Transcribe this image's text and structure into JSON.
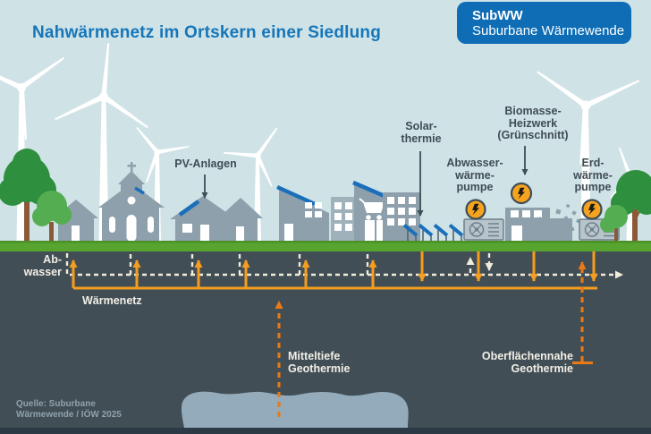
{
  "header": {
    "title": "Nahwärmenetz im Ortskern einer Siedlung",
    "badge": {
      "name": "SubWW",
      "tagline": "Suburbane Wärmewende"
    }
  },
  "labels": {
    "pv": {
      "text": "PV-Anlagen"
    },
    "solar": {
      "line1": "Solar-",
      "line2": "thermie"
    },
    "biomasse": {
      "line1": "Biomasse-",
      "line2": "Heizwerk",
      "line3": "(Grünschnitt)"
    },
    "abwasser_wp": {
      "line1": "Abwasser-",
      "line2": "wärme-",
      "line3": "pumpe"
    },
    "erdwaerme_wp": {
      "line1": "Erd-",
      "line2": "wärme-",
      "line3": "pumpe"
    }
  },
  "underground": {
    "abwasser": {
      "line1": "Ab-",
      "line2": "wasser"
    },
    "waermenetz": "Wärmenetz",
    "mitteltiefe": {
      "line1": "Mitteltiefe",
      "line2": "Geothermie"
    },
    "oberflaechennahe": {
      "line1": "Oberflächennahe",
      "line2": "Geothermie"
    }
  },
  "source": {
    "line1": "Quelle: Suburbane",
    "line2": "Wärmewende / IÖW 2025"
  },
  "icons": {
    "heat_pump_marker": "lightning-bolt-icon",
    "flow_up": "arrow-up",
    "flow_down": "arrow-down",
    "flow_right": "arrow-right"
  },
  "colors": {
    "sky": "#CFE2E6",
    "brand_blue": "#0E6DB5",
    "title_blue": "#1576B9",
    "ground_green": "#57A52F",
    "underground_gray": "#424E56",
    "building_gray": "#8DA0AC",
    "pv_blue": "#1A6FBA",
    "network_orange": "#F59D1F",
    "geothermal_orange": "#EB7A15",
    "sewer_cream": "#F2ECDA",
    "bolt_circle_orange": "#F6A41F",
    "aquifer_bluegray": "#93ABBA",
    "bottom_bar": "#2C3A46",
    "label_dark": "#3F4D55",
    "label_light": "#F2EFE6",
    "source_text": "#8FA2AD"
  }
}
